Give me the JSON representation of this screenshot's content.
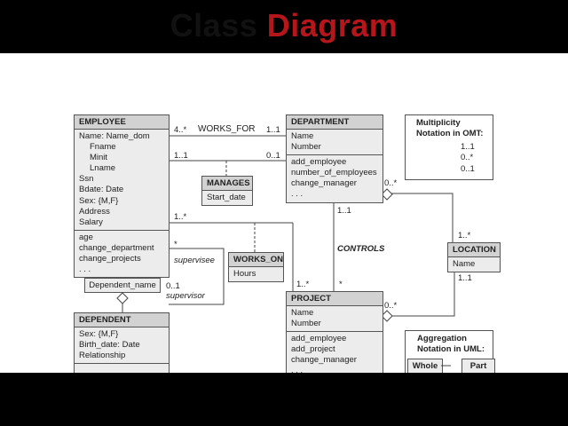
{
  "title": {
    "part1": "Class",
    "part2": "Diagram"
  },
  "colors": {
    "accent": "#b5161c",
    "header_fill": "#d2d2d2",
    "section_fill": "#ececec",
    "letterbox": "#000000"
  },
  "employee": {
    "name": "EMPLOYEE",
    "attributes": [
      "Name: Name_dom",
      "Fname",
      "Minit",
      "Lname",
      "Ssn",
      "Bdate: Date",
      "Sex: {M,F}",
      "Address",
      "Salary"
    ],
    "operations": [
      "age",
      "change_department",
      "change_projects",
      ". . ."
    ]
  },
  "department": {
    "name": "DEPARTMENT",
    "attributes": [
      "Name",
      "Number"
    ],
    "operations": [
      "add_employee",
      "number_of_employees",
      "change_manager",
      ". . ."
    ]
  },
  "project": {
    "name": "PROJECT",
    "attributes": [
      "Name",
      "Number"
    ],
    "operations": [
      "add_employee",
      "add_project",
      "change_manager",
      ". . ."
    ]
  },
  "dependent": {
    "name": "DEPENDENT",
    "attributes": [
      "Sex: {M,F}",
      "Birth_date: Date",
      "Relationship"
    ]
  },
  "location": {
    "name": "LOCATION",
    "attributes": [
      "Name"
    ]
  },
  "manages": {
    "name": "MANAGES",
    "attribute": "Start_date"
  },
  "works_on": {
    "name": "WORKS_ON",
    "attribute": "Hours"
  },
  "qualifier": "Dependent_name",
  "labels": {
    "works_for": "WORKS_FOR",
    "controls": "CONTROLS",
    "supervisee": "supervisee",
    "supervisor": "supervisor",
    "m_4star": "4..*",
    "m_1_1_a": "1..1",
    "m_1_1_b": "1..1",
    "m_0_1_a": "0..1",
    "m_1star_a": "1..*",
    "m_star_a": "*",
    "m_0_1_b": "0..1",
    "m_1_1_c": "1..1",
    "m_1star_b": "1..*",
    "m_star_b": "*",
    "m_0star_a": "0..*",
    "m_1star_c": "1..*",
    "m_1_1_d": "1..1",
    "m_0star_b": "0..*"
  },
  "omt": {
    "title1": "Multiplicity",
    "title2": "Notation in OMT:",
    "items": [
      "1..1",
      "0..*",
      "0..1"
    ]
  },
  "uml": {
    "title1": "Aggregation",
    "title2": "Notation in UML:",
    "whole": "Whole",
    "part": "Part"
  }
}
